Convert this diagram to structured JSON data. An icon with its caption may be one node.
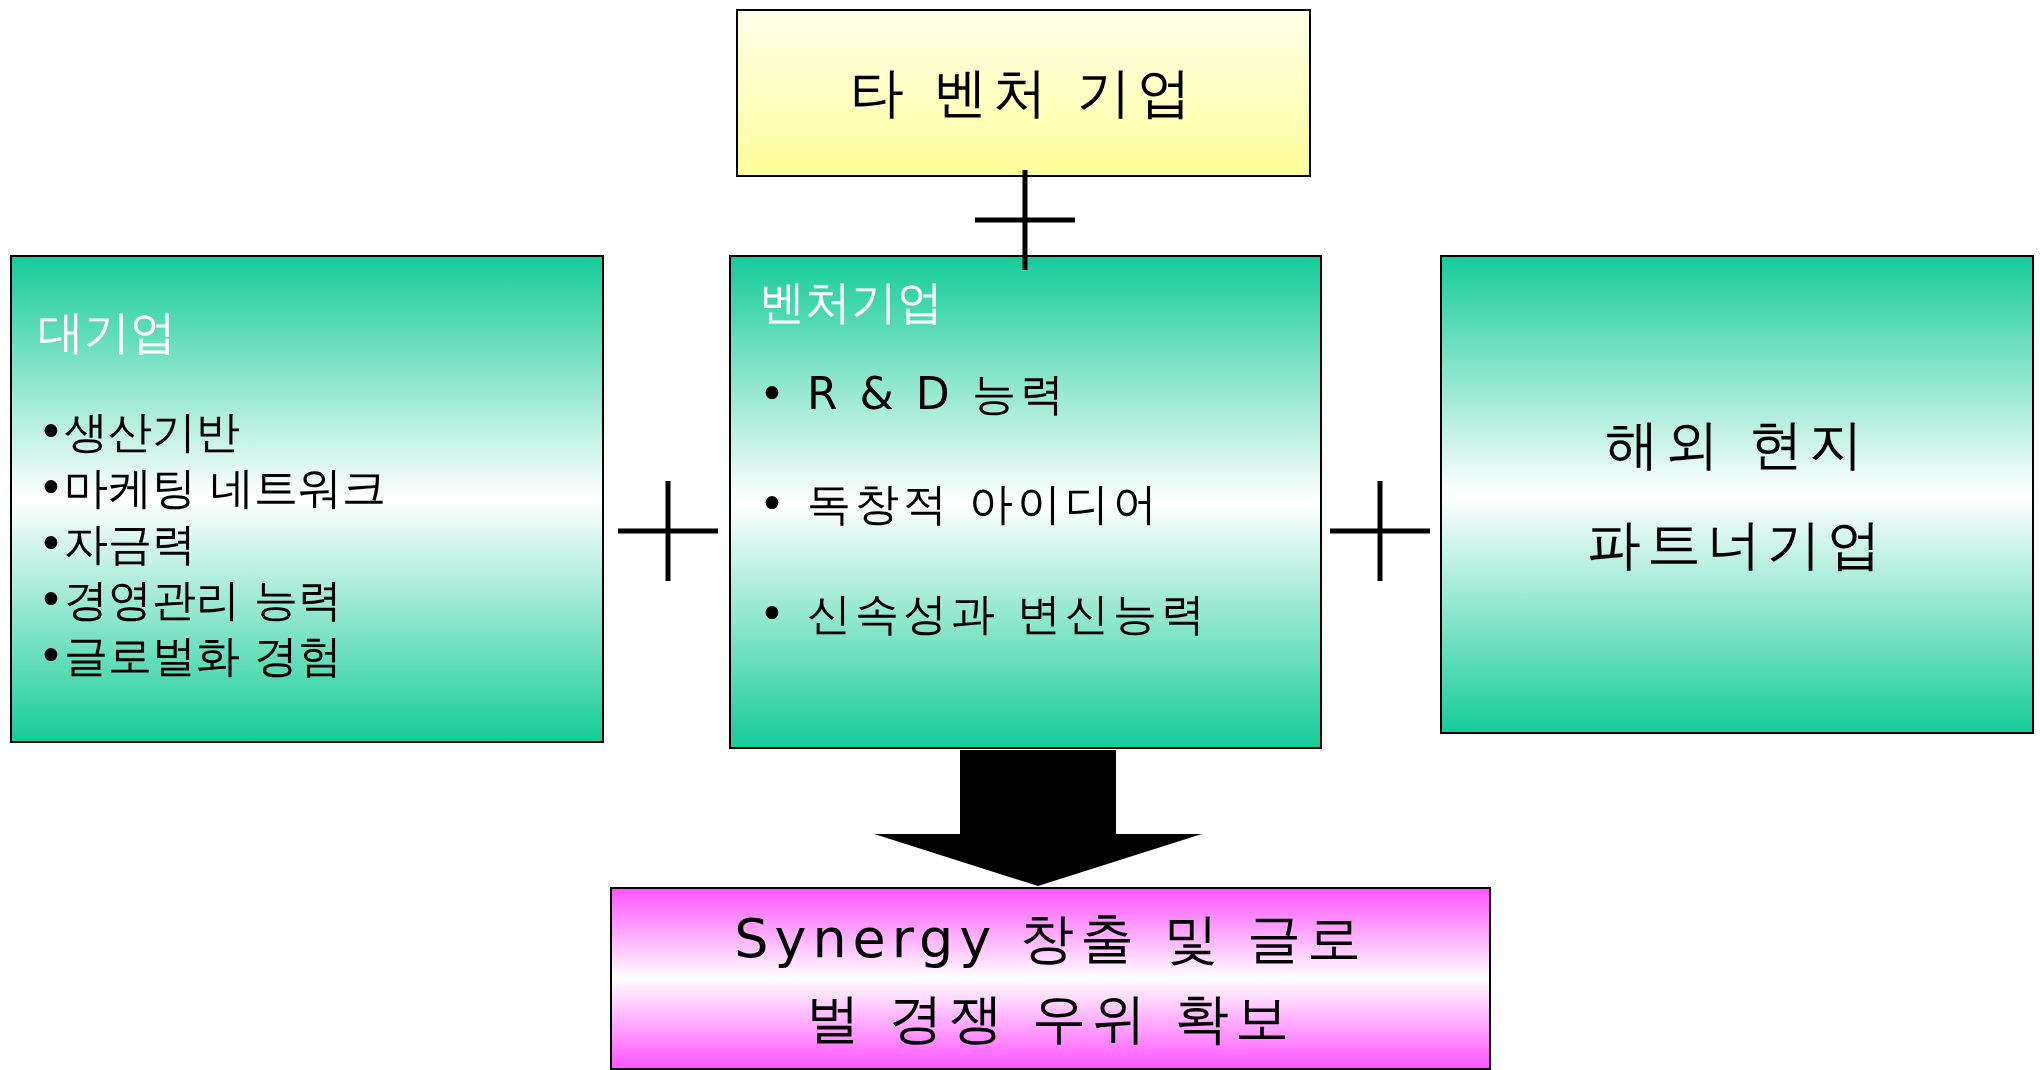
{
  "diagram": {
    "nodes": [
      {
        "text": [
          "타 벤처 기업"
        ]
      },
      {
        "text": [
          "대기업",
          "•생산기반",
          "•마케팅 네트워크",
          "•자금력",
          "•경영관리 능력",
          "•글로벌화 경험"
        ]
      },
      {
        "text": [
          "벤처기업",
          "• R & D 능력",
          "• 독창적 아이디어",
          "• 신속성과 변신능력"
        ]
      },
      {
        "text": [
          "해외 현지 파트너기업"
        ]
      },
      {
        "text": [
          "Synergy 창출 및 글로벌 경쟁 우위 확보"
        ]
      }
    ],
    "edges": [
      {
        "from": 2,
        "to": 4,
        "arrow": "to",
        "style": "thick"
      }
    ]
  }
}
